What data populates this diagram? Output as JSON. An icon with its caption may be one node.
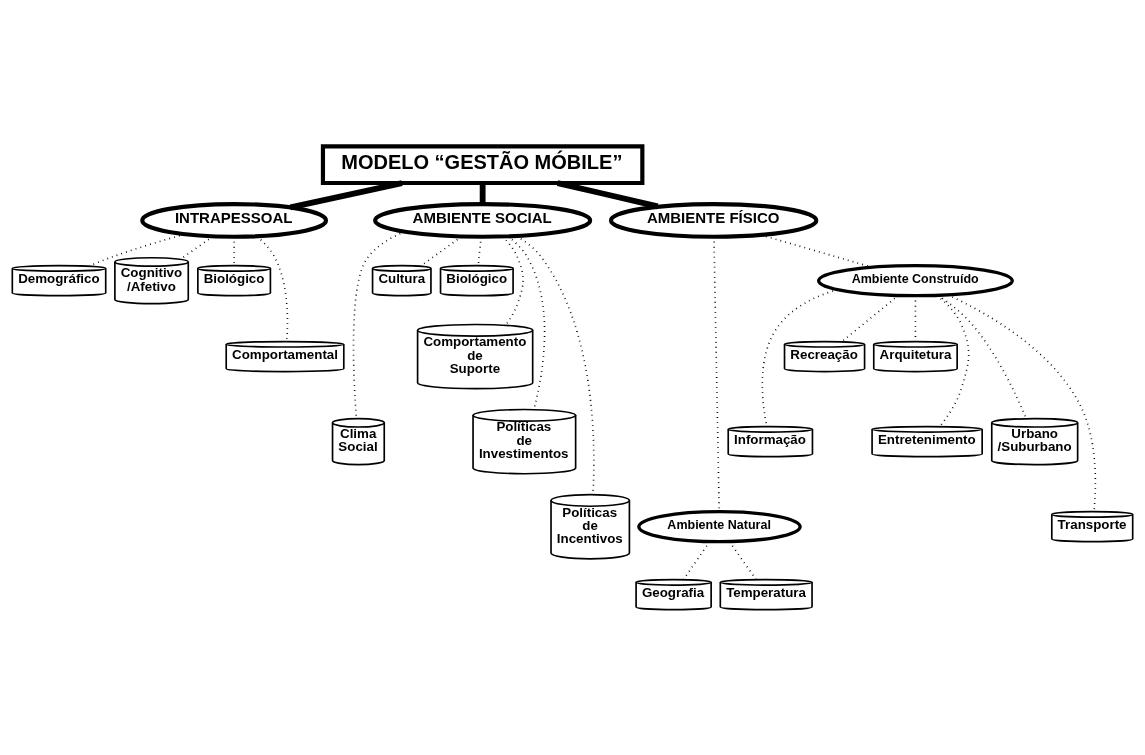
{
  "diagram": {
    "nodes": [
      {
        "text": [
          "MODELO “GESTÃO MÓBILE”"
        ]
      },
      {
        "text": [
          "INTRAPESSOAL"
        ]
      },
      {
        "text": [
          "AMBIENTE SOCIAL"
        ]
      },
      {
        "text": [
          "AMBIENTE FÍSICO"
        ]
      },
      {
        "text": [
          "Demográfico"
        ]
      },
      {
        "text": [
          "Cognitivo /Afetivo"
        ]
      },
      {
        "text": [
          "Biológico"
        ]
      },
      {
        "text": [
          "Comportamental"
        ]
      },
      {
        "text": [
          "Clima Social"
        ]
      },
      {
        "text": [
          "Cultura"
        ]
      },
      {
        "text": [
          "Biológico"
        ]
      },
      {
        "text": [
          "Comportamento de Suporte"
        ]
      },
      {
        "text": [
          "Políticas de Investimentos"
        ]
      },
      {
        "text": [
          "Políticas de Incentivos"
        ]
      },
      {
        "text": [
          "Ambiente Natural"
        ]
      },
      {
        "text": [
          "Ambiente Construído"
        ]
      },
      {
        "text": [
          "Geografia"
        ]
      },
      {
        "text": [
          "Temperatura"
        ]
      },
      {
        "text": [
          "Informação"
        ]
      },
      {
        "text": [
          "Recreação"
        ]
      },
      {
        "text": [
          "Arquitetura"
        ]
      },
      {
        "text": [
          "Entretenimento"
        ]
      },
      {
        "text": [
          "Urbano /Suburbano"
        ]
      },
      {
        "text": [
          "Transporte"
        ]
      }
    ],
    "edges": [
      {
        "from": 0,
        "to": 1,
        "arrow": "none",
        "style": "thick"
      },
      {
        "from": 0,
        "to": 2,
        "arrow": "none",
        "style": "thick"
      },
      {
        "from": 0,
        "to": 3,
        "arrow": "none",
        "style": "thick"
      },
      {
        "from": 1,
        "to": 4,
        "arrow": "none",
        "style": "dashed"
      },
      {
        "from": 1,
        "to": 5,
        "arrow": "none",
        "style": "dashed"
      },
      {
        "from": 1,
        "to": 6,
        "arrow": "none",
        "style": "dashed"
      },
      {
        "from": 1,
        "to": 7,
        "arrow": "none",
        "style": "dashed"
      },
      {
        "from": 2,
        "to": 8,
        "arrow": "none",
        "style": "dashed"
      },
      {
        "from": 2,
        "to": 9,
        "arrow": "none",
        "style": "dashed"
      },
      {
        "from": 2,
        "to": 10,
        "arrow": "none",
        "style": "dashed"
      },
      {
        "from": 2,
        "to": 11,
        "arrow": "none",
        "style": "dashed"
      },
      {
        "from": 2,
        "to": 12,
        "arrow": "none",
        "style": "dashed"
      },
      {
        "from": 2,
        "to": 13,
        "arrow": "none",
        "style": "dashed"
      },
      {
        "from": 3,
        "to": 14,
        "arrow": "none",
        "style": "dashed"
      },
      {
        "from": 3,
        "to": 15,
        "arrow": "none",
        "style": "dashed"
      },
      {
        "from": 14,
        "to": 16,
        "arrow": "none",
        "style": "dashed"
      },
      {
        "from": 14,
        "to": 17,
        "arrow": "none",
        "style": "dashed"
      },
      {
        "from": 15,
        "to": 18,
        "arrow": "none",
        "style": "dashed"
      },
      {
        "from": 15,
        "to": 19,
        "arrow": "none",
        "style": "dashed"
      },
      {
        "from": 15,
        "to": 20,
        "arrow": "none",
        "style": "dashed"
      },
      {
        "from": 15,
        "to": 21,
        "arrow": "none",
        "style": "dashed"
      },
      {
        "from": 15,
        "to": 22,
        "arrow": "none",
        "style": "dashed"
      },
      {
        "from": 15,
        "to": 23,
        "arrow": "none",
        "style": "dashed"
      }
    ]
  }
}
